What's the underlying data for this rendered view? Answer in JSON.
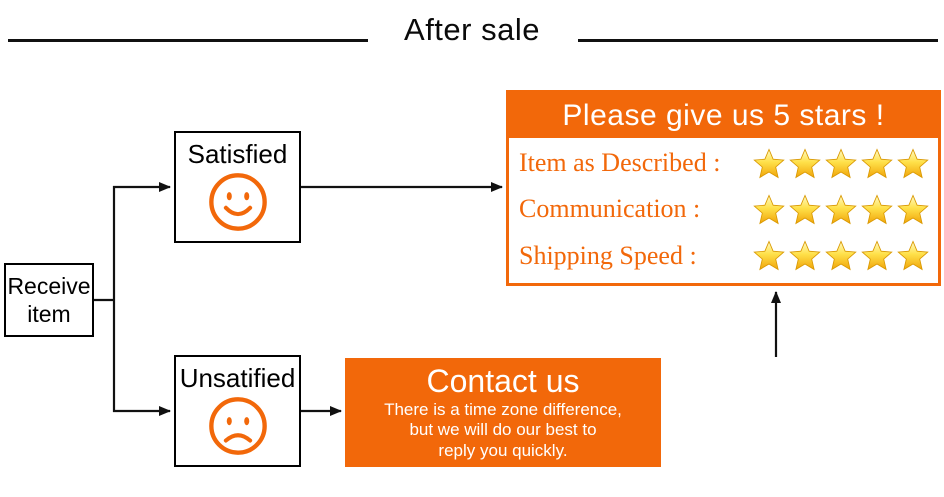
{
  "title": "After sale",
  "flow": {
    "receive_line1": "Receive",
    "receive_line2": "item",
    "satisfied_label": "Satisfied",
    "unsatisfied_label": "Unsatified"
  },
  "stars_panel": {
    "header": "Please give us 5 stars !",
    "rows": [
      {
        "label": "Item as Described :",
        "stars": 5
      },
      {
        "label": "Communication :",
        "stars": 5
      },
      {
        "label": "Shipping Speed :",
        "stars": 5
      }
    ]
  },
  "contact_box": {
    "title": "Contact us",
    "lines": [
      "There is a time zone difference,",
      "but we will do our best to",
      "reply you quickly."
    ]
  },
  "colors": {
    "orange": "#F2680A",
    "star_gradient": [
      "#FFFBC8",
      "#FFE14A",
      "#F0A50A"
    ],
    "star_stroke": "#D99800",
    "line": "#111111"
  }
}
